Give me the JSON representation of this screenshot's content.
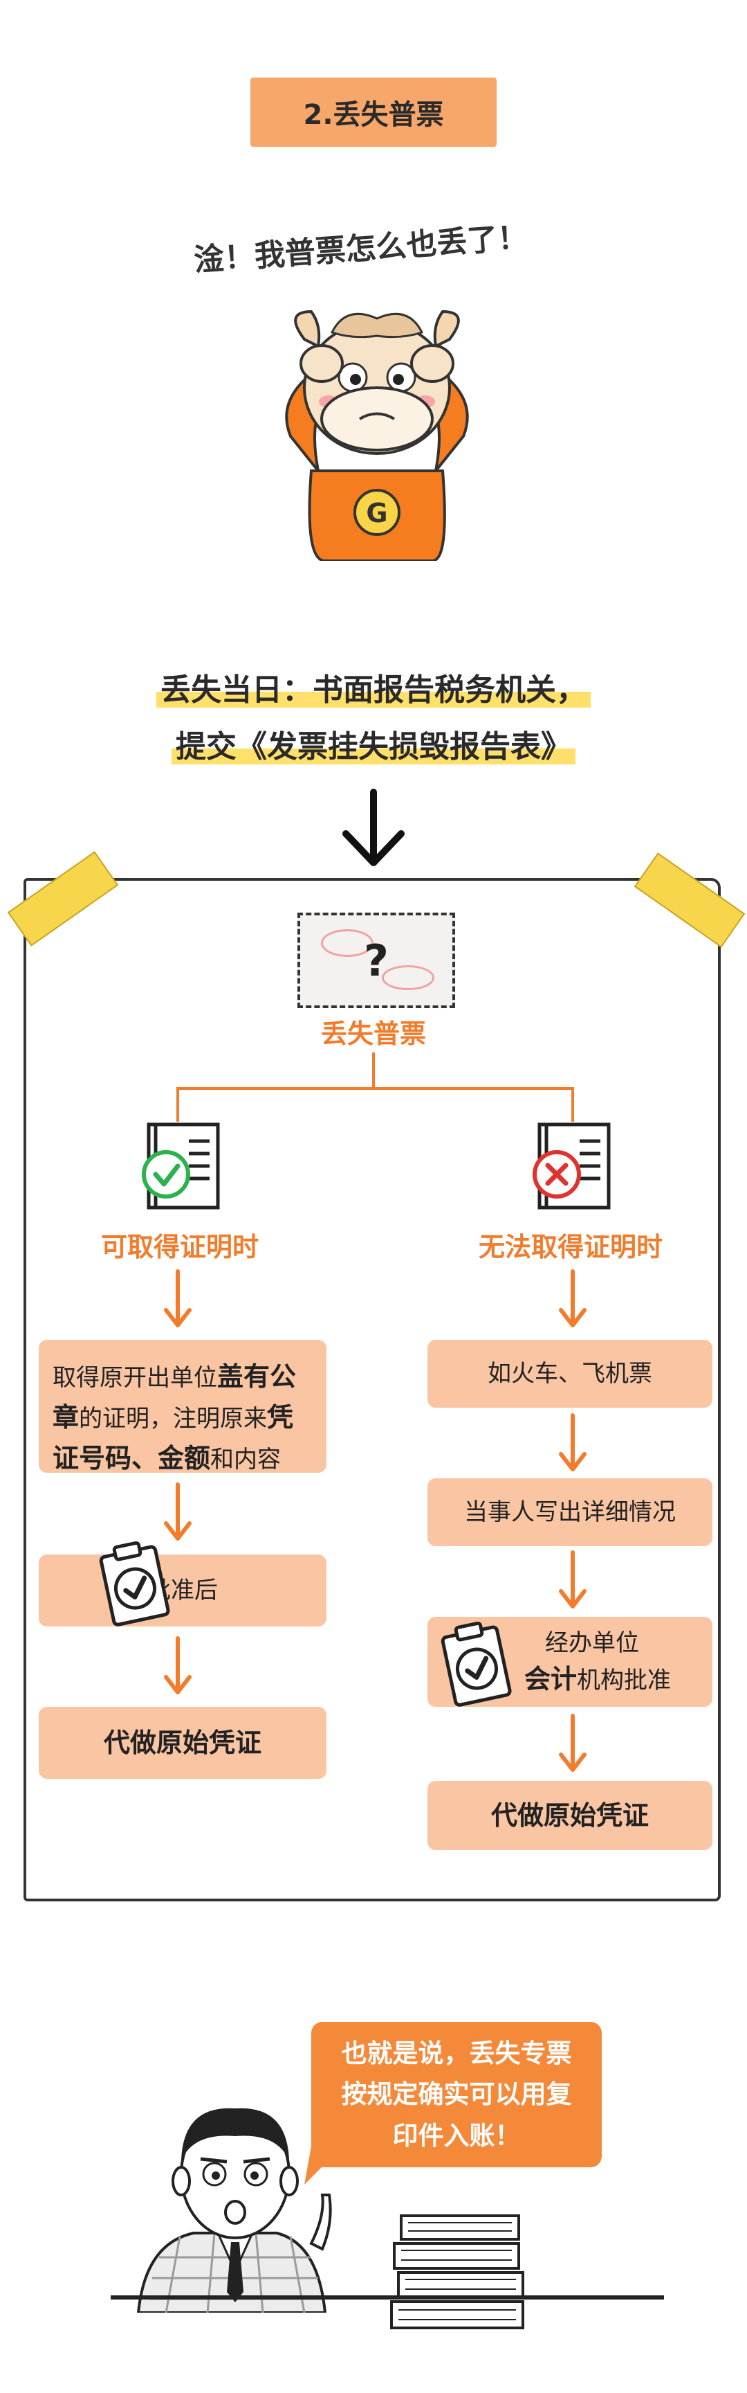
{
  "title": "2.丢失普票",
  "exclaim": "淦！我普票怎么也丢了！",
  "mascot_letter": "G",
  "headline": {
    "line1": "丢失当日：书面报告税务机关，",
    "line2": "提交《发票挂失损毁报告表》"
  },
  "paper": {
    "top_label": "丢失普票",
    "ticket_symbol": "?",
    "left": {
      "label": "可取得证明时",
      "step1_a": "取得原开出单位",
      "step1_b": "盖有公",
      "step1_c": "章",
      "step1_d": "的证明，注明原来",
      "step1_e": "凭",
      "step1_f": "证号码、金额",
      "step1_g": "和内容",
      "step2": "批准后",
      "step3": "代做原始凭证"
    },
    "right": {
      "label": "无法取得证明时",
      "step1": "如火车、飞机票",
      "step2": "当事人写出详细情况",
      "step3_a": "经办单位",
      "step3_b": "会计",
      "step3_c": "机构批准",
      "step4": "代做原始凭证"
    }
  },
  "bubble": {
    "line1": "也就是说，丢失专票",
    "line2": "按规定确实可以用复",
    "line3": "印件入账！"
  },
  "colors": {
    "orange": "#f27c2b",
    "peach": "#f9c5a3",
    "title_bg": "#f8a76a",
    "tape": "#f8d64c",
    "check": "#2bb24c",
    "cross": "#e0332f"
  }
}
